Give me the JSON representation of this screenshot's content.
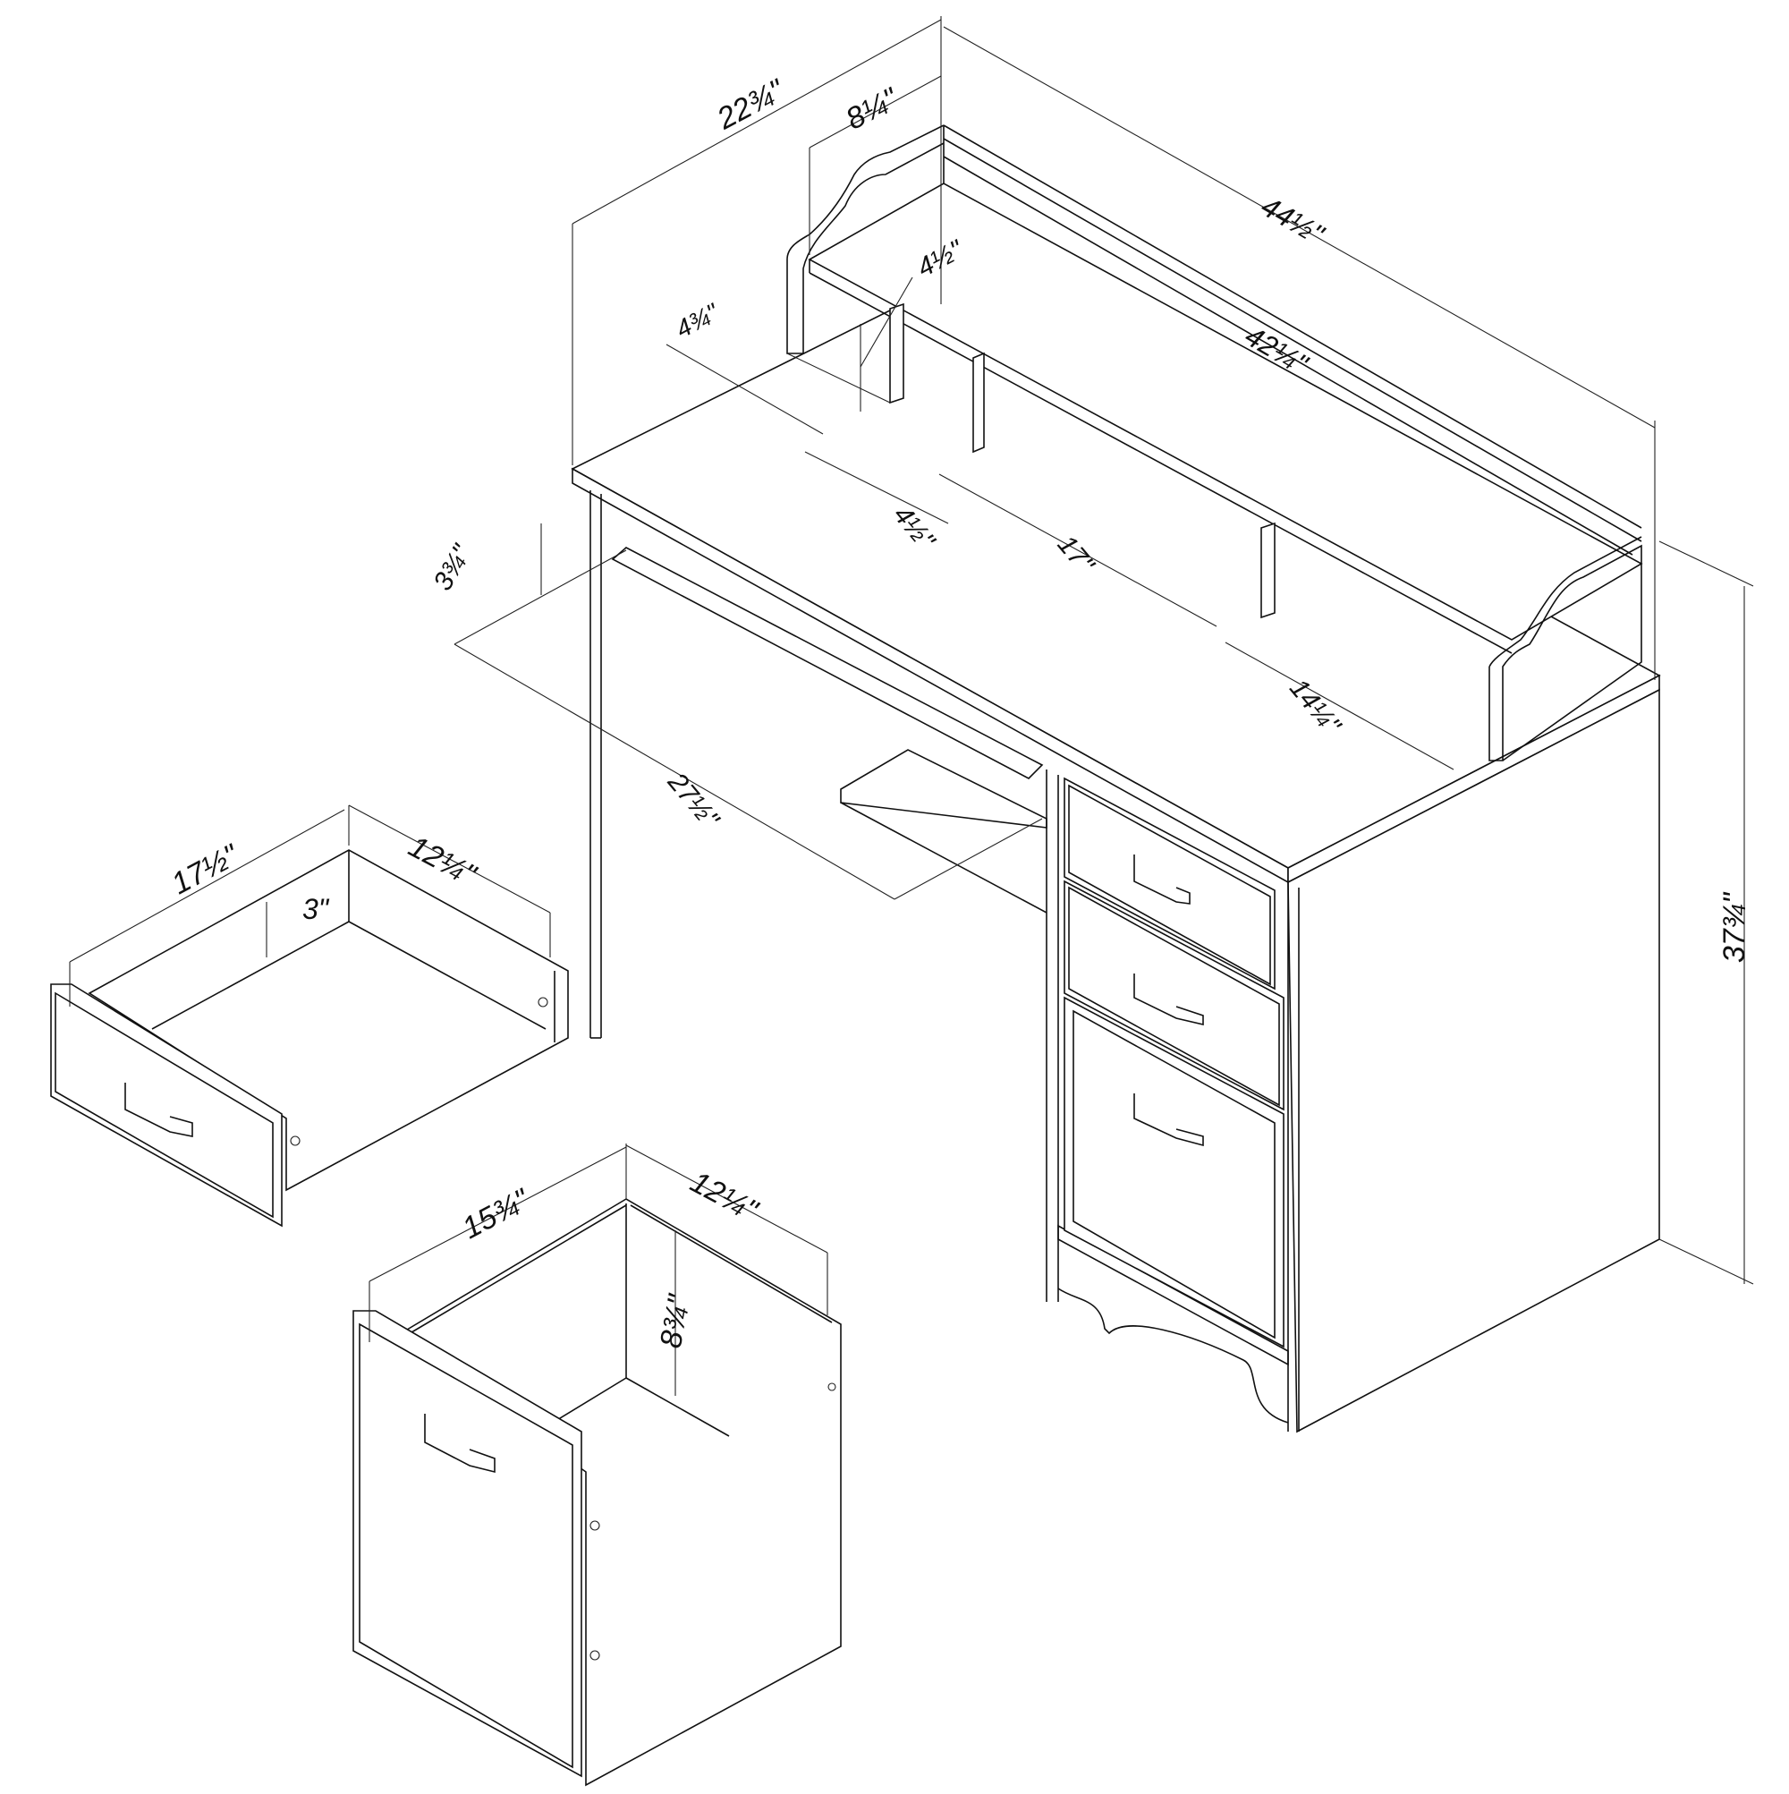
{
  "diagram": {
    "type": "isometric dimension drawing",
    "subject": "writing desk with hutch, 2 drawers and file drawer",
    "colors": {
      "line": "#111111",
      "background": "#ffffff"
    },
    "dimensions": {
      "hutch_depth_total": "22¾\"",
      "hutch_depth": "8¼\"",
      "overall_width": "44½\"",
      "hutch_inner_width": "42¼\"",
      "hutch_cubby_height": "4½\"",
      "hutch_cubby_depth": "4¾\"",
      "cubby_width_left": "4½\"",
      "cubby_width_center": "17\"",
      "cubby_width_right": "14¼\"",
      "keyboard_clearance": "3¾\"",
      "knee_space_width": "27½\"",
      "overall_height": "37¾\"",
      "small_drawer_width": "17½\"",
      "small_drawer_depth": "12¼\"",
      "small_drawer_height": "3\"",
      "file_drawer_width": "15¾\"",
      "file_drawer_depth": "12¼\"",
      "file_drawer_height": "8¾\""
    }
  }
}
